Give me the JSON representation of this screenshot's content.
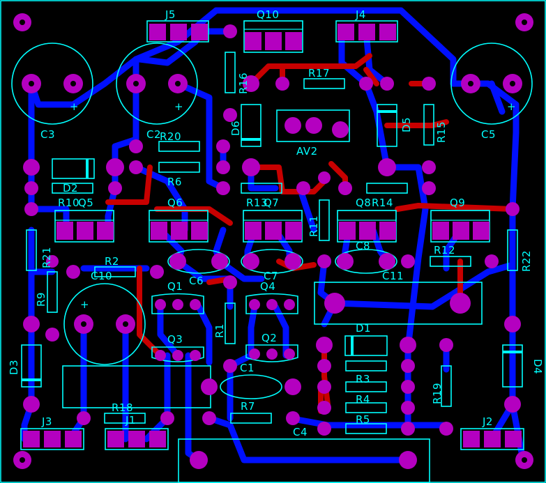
{
  "colors": {
    "background": "#000000",
    "bottom_trace": "#0010ff",
    "top_trace": "#c80000",
    "pad": "#b400c0",
    "silkscreen": "#00ffff"
  },
  "labels": {
    "J5": "J5",
    "Q10": "Q10",
    "J4": "J4",
    "C3": "C3",
    "C2": "C2",
    "R20": "R20",
    "R6": "R6",
    "R16": "R16",
    "R17": "R17",
    "D6": "D6",
    "AV2": "AV2",
    "D5": "D5",
    "R15": "R15",
    "C5": "C5",
    "D2": "D2",
    "R10": "R10",
    "Q5": "Q5",
    "Q6": "Q6",
    "R13": "R13",
    "Q7": "Q7",
    "R11": "R11",
    "Q8": "Q8",
    "R14": "R14",
    "Q9": "Q9",
    "R21": "R21",
    "R22": "R22",
    "R9": "R9",
    "R2": "R2",
    "C10": "C10",
    "Q1": "Q1",
    "C6": "C6",
    "C7": "C7",
    "Q4": "Q4",
    "C8": "C8",
    "C11": "C11",
    "R12": "R12",
    "R1": "R1",
    "D1": "D1",
    "Q3": "Q3",
    "Q2": "Q2",
    "D3": "D3",
    "D4": "D4",
    "C1": "C1",
    "R3": "R3",
    "R4": "R4",
    "R5": "R5",
    "R19": "R19",
    "R18": "R18",
    "R7": "R7",
    "J3": "J3",
    "J1": "J1",
    "C4": "C4",
    "J2": "J2"
  }
}
